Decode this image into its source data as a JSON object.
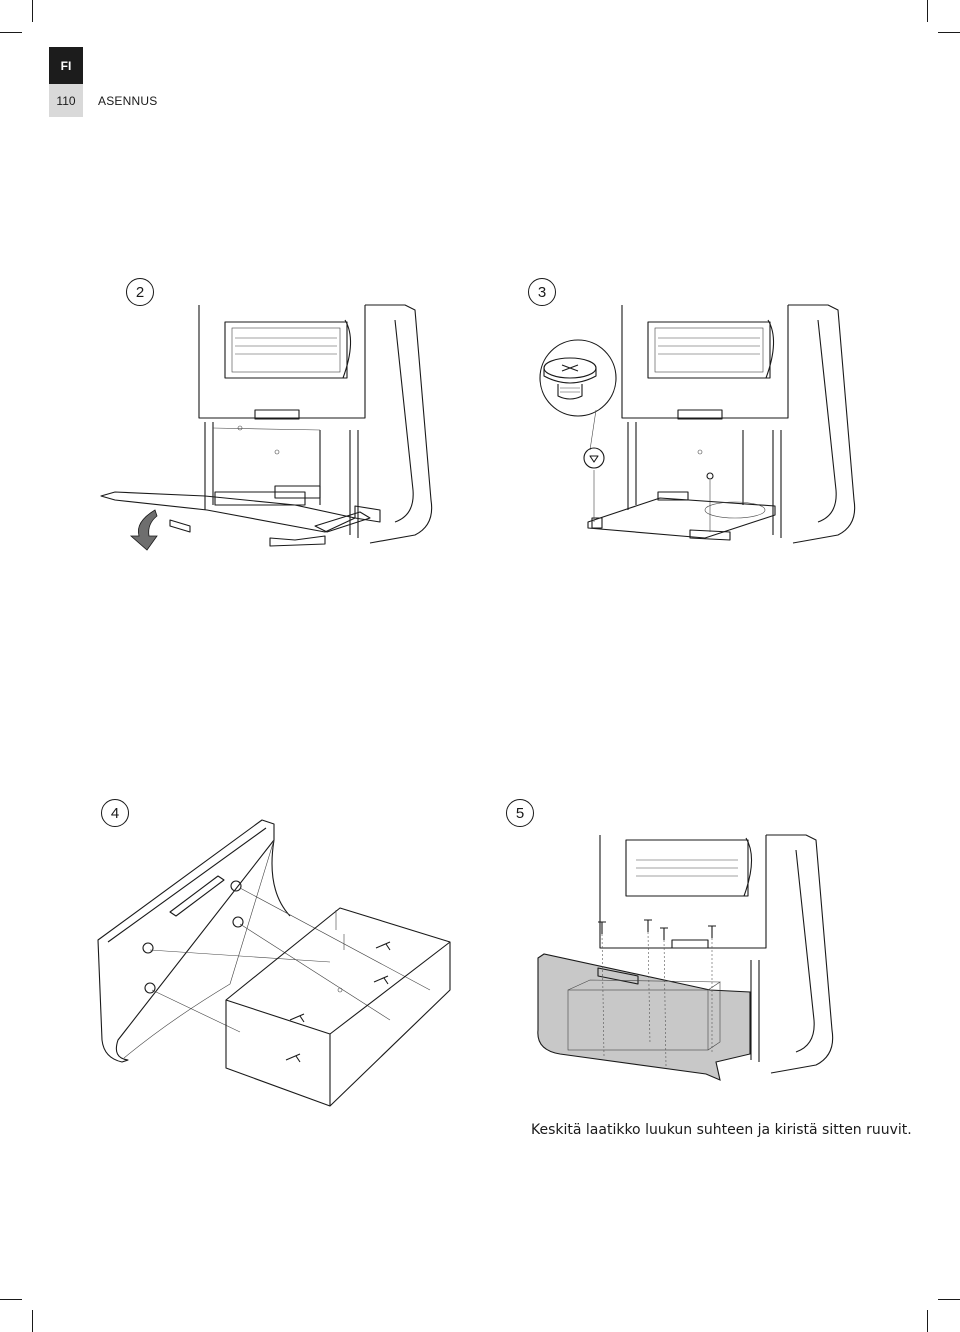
{
  "header": {
    "language": "FI",
    "page_number": "110",
    "section_title": "ASENNUS"
  },
  "steps": [
    {
      "number": "2"
    },
    {
      "number": "3"
    },
    {
      "number": "4"
    },
    {
      "number": "5",
      "caption": "Keskitä laatikko luukun suhteen ja kiristä sitten ruuvit."
    }
  ]
}
